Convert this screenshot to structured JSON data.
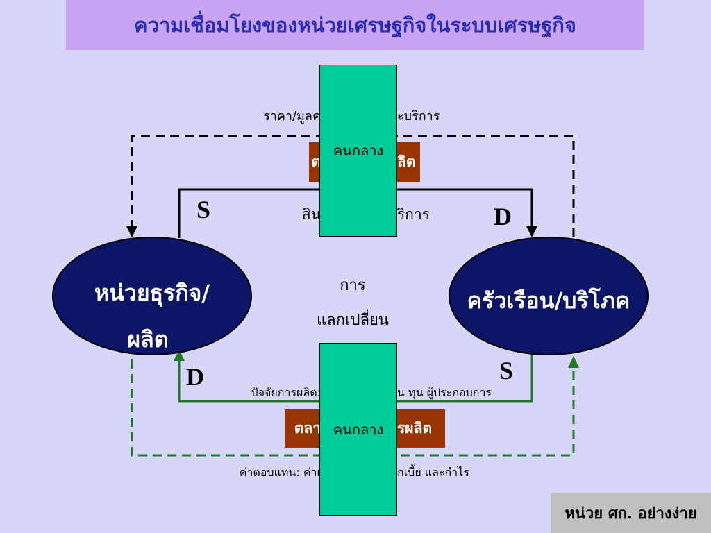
{
  "slide": {
    "title": "ความเชื่อมโยงของหน่วยเศรษฐกิจในระบบเศรษฐกิจ",
    "footer_badge": "หน่วย ศก. อย่างง่าย"
  },
  "nodes": {
    "business": {
      "lines": [
        "หน่วยธุรกิจ/",
        "ผลิต"
      ]
    },
    "household": {
      "label": "ครัวเรือน/บริโภค"
    }
  },
  "center_label": {
    "lines": [
      "การ",
      "แลกเปลี่ยน"
    ]
  },
  "intermediary": {
    "top_label": "คนกลาง",
    "bottom_label": "คนกลาง"
  },
  "product_market": {
    "price_flow_left": "ราคา/มูลค",
    "price_flow_right": "ะบริการ",
    "market_left": "ต",
    "market_right": "ลิต",
    "goods_flow_left": "สิน",
    "goods_flow_right": "ริการ",
    "supply_tag": "S",
    "demand_tag": "D"
  },
  "factor_market": {
    "factors_left": "ปัจจัยการผลิต:",
    "factors_right": "น ทุน ผู้ประกอบการ",
    "market_left": "ตลา",
    "market_right": "รผลิต",
    "payments_left": "ค่าตอบแทน: ค่าเ",
    "payments_right": "กเบี้ย และกำไร",
    "demand_tag": "D",
    "supply_tag": "S"
  },
  "colors": {
    "background": "#D6D6F8",
    "title_banner": "#C8A5F3",
    "title_text": "#2A2AB4",
    "ellipse_fill": "#0D1566",
    "intermediary_fill": "#00CC99",
    "market_box": "#993300",
    "product_flow": "#000000",
    "factor_flow": "#1F7A1F",
    "footer_badge": "#C0C0C0"
  }
}
